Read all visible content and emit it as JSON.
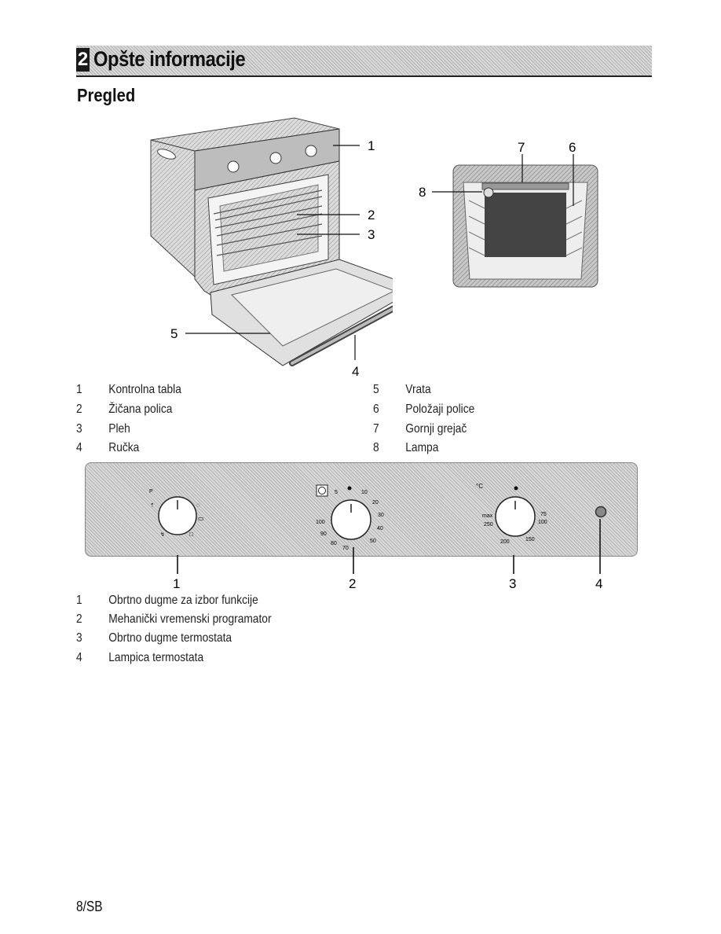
{
  "section": {
    "number": "2",
    "title": "Opšte informacije"
  },
  "subtitle": "Pregled",
  "oven_callouts": [
    "1",
    "2",
    "3",
    "4",
    "5"
  ],
  "interior_callouts": [
    "7",
    "6",
    "8"
  ],
  "parts_legend": [
    {
      "num": "1",
      "label": "Kontrolna tabla"
    },
    {
      "num": "2",
      "label": "Žičana polica"
    },
    {
      "num": "3",
      "label": "Pleh"
    },
    {
      "num": "4",
      "label": "Ručka"
    },
    {
      "num": "5",
      "label": "Vrata"
    },
    {
      "num": "6",
      "label": "Položaji police"
    },
    {
      "num": "7",
      "label": "Gornji grejač"
    },
    {
      "num": "8",
      "label": "Lampa"
    }
  ],
  "panel": {
    "timer_scale": [
      "5",
      "10",
      "20",
      "30",
      "40",
      "50",
      "70",
      "80",
      "90",
      "100"
    ],
    "thermo_scale": [
      "max",
      "250",
      "200",
      "150",
      "100",
      "75"
    ],
    "thermo_unit": "°C",
    "callouts": [
      "1",
      "2",
      "3",
      "4"
    ]
  },
  "controls_legend": [
    {
      "num": "1",
      "label": "Obrtno dugme za izbor funkcije"
    },
    {
      "num": "2",
      "label": "Mehanički vremenski programator"
    },
    {
      "num": "3",
      "label": "Obrtno dugme termostata"
    },
    {
      "num": "4",
      "label": "Lampica termostata"
    }
  ],
  "footer": "8/SB",
  "colors": {
    "panel_gray": "#d9d9d9",
    "text": "#111111"
  }
}
